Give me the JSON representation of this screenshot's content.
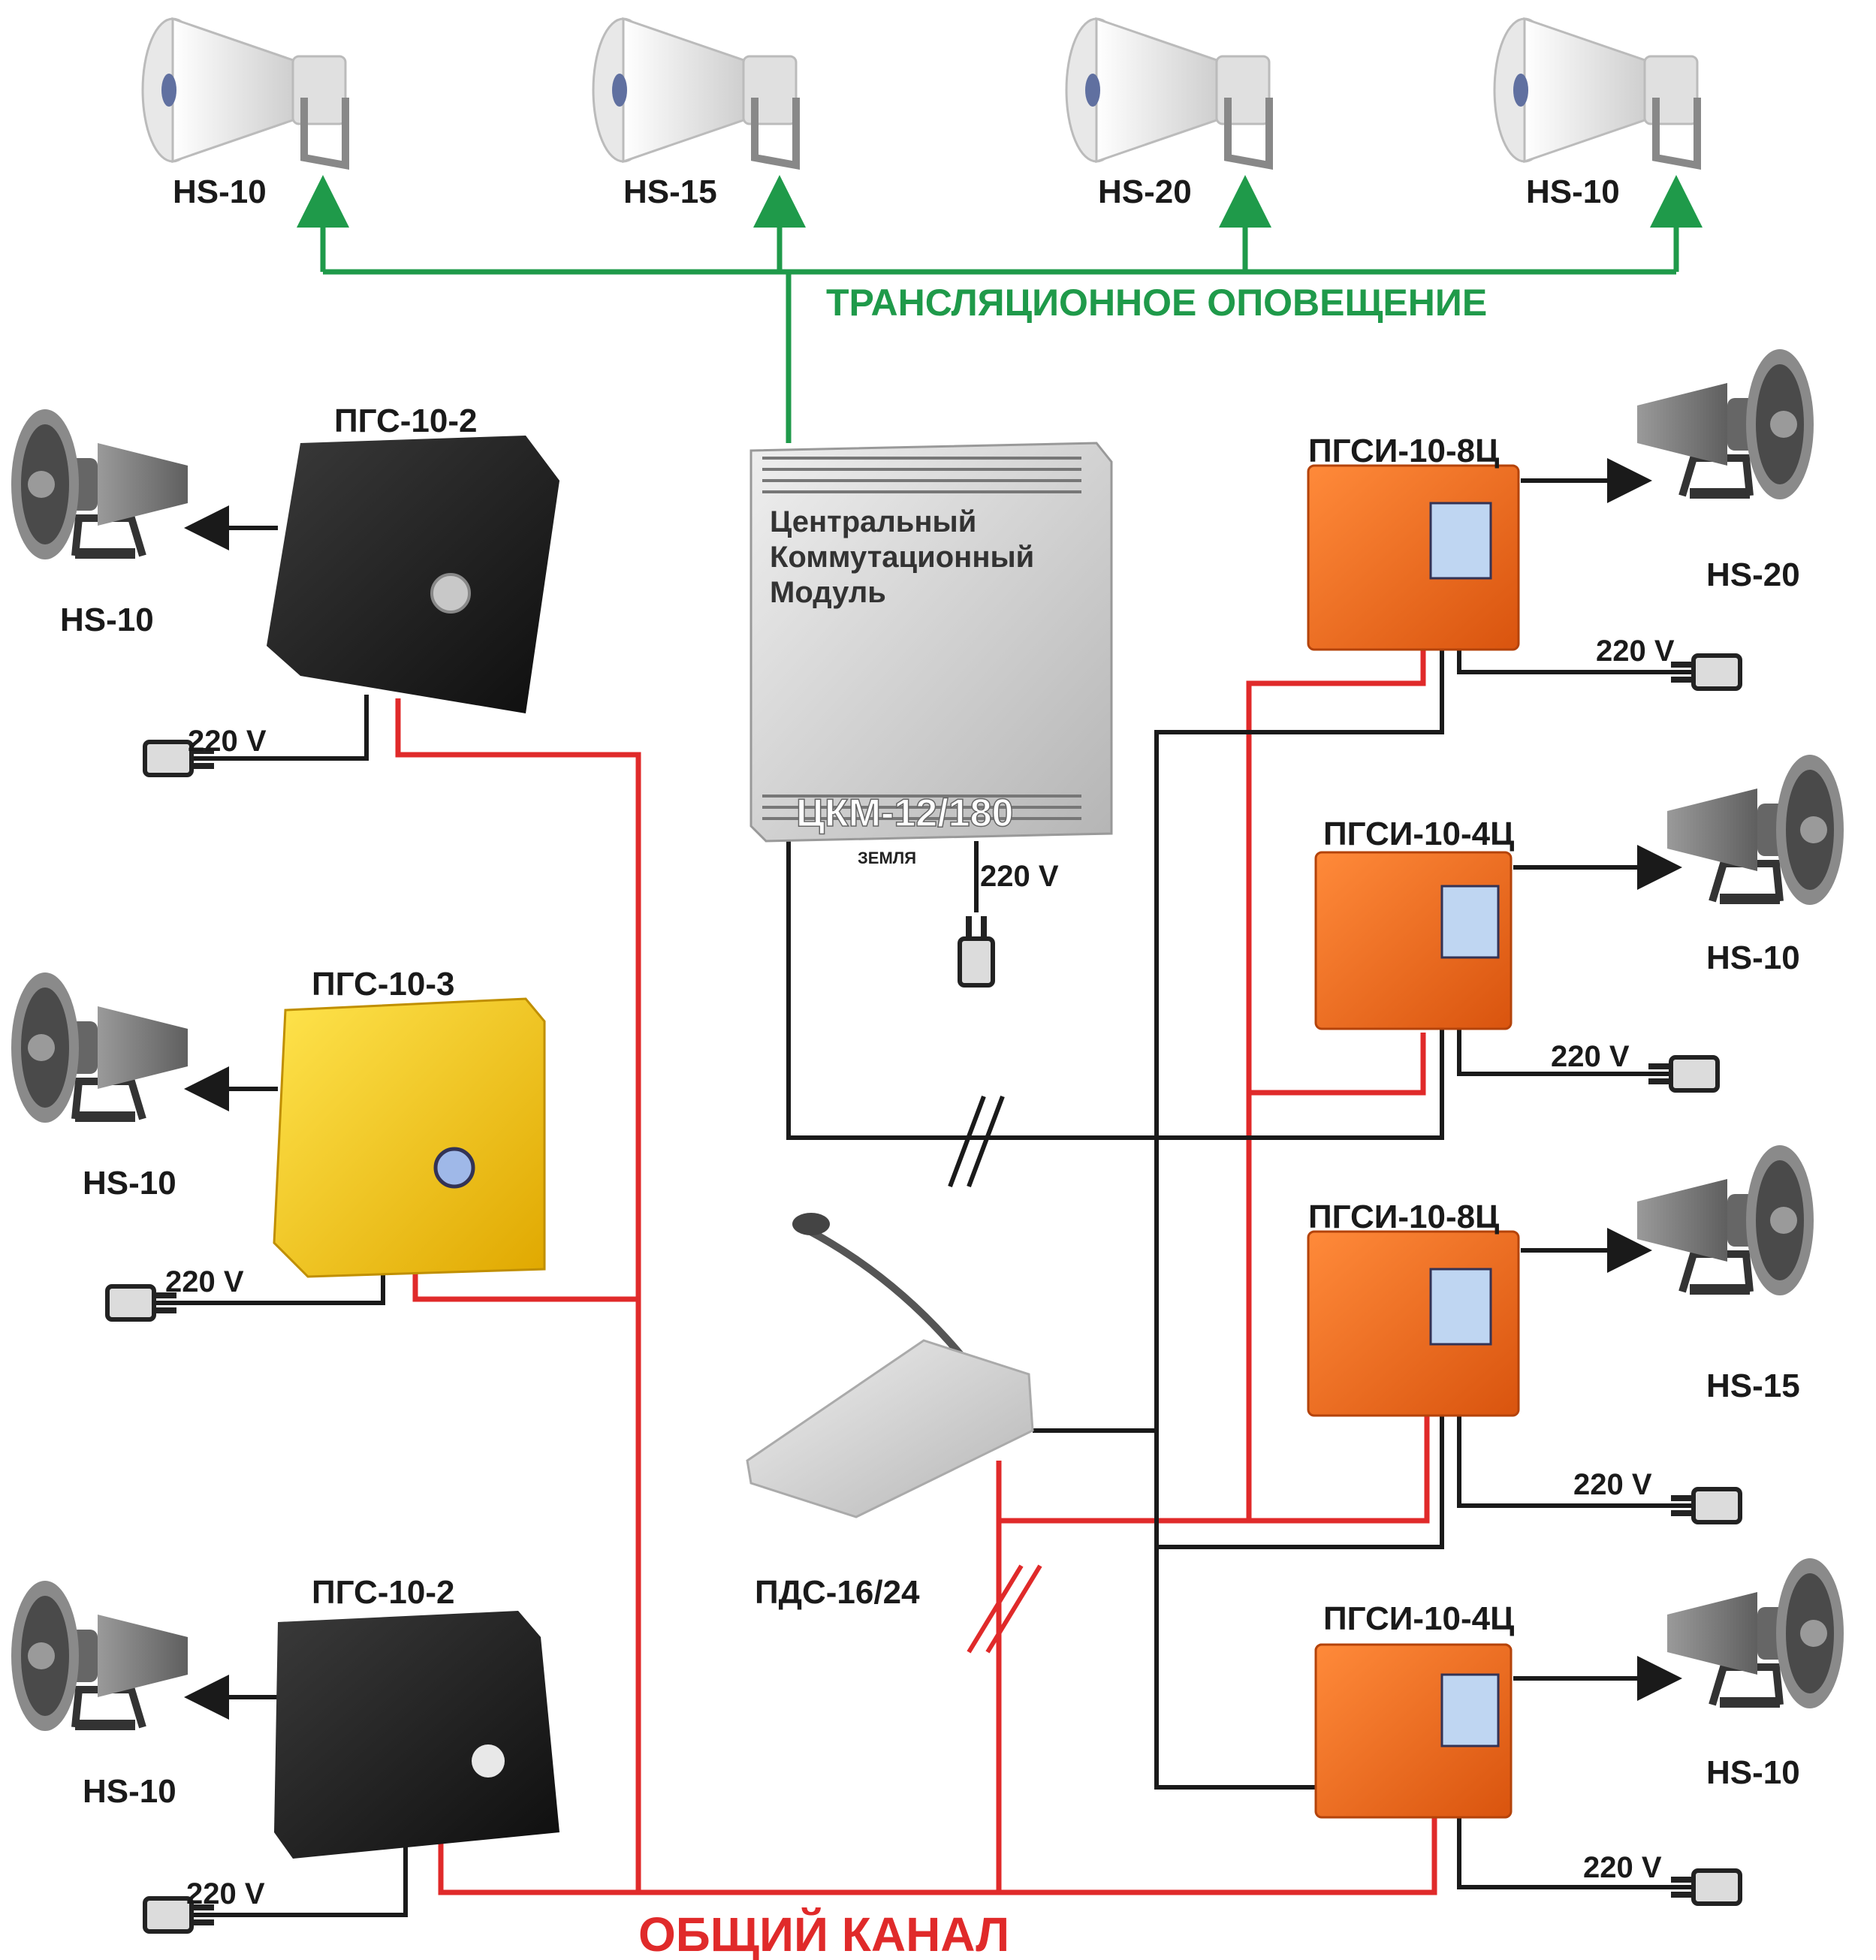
{
  "colors": {
    "broadcast_line": "#1f9a4a",
    "common_line": "#e02a2a",
    "signal_line": "#1a1a1a",
    "yellow_unit": "#f3c515",
    "orange_unit": "#f06a1c",
    "black_unit": "#202020",
    "speaker_gray": "#7d7d7d"
  },
  "labels": {
    "broadcast_line": "ТРАНСЛЯЦИОННОЕ ОПОВЕЩЕНИЕ",
    "common_channel": "ОБЩИЙ КАНАЛ"
  },
  "top_speakers": [
    {
      "label": "HS-10",
      "icon": "horn-speaker-white-icon"
    },
    {
      "label": "HS-15",
      "icon": "horn-speaker-white-icon"
    },
    {
      "label": "HS-20",
      "icon": "horn-speaker-white-icon"
    },
    {
      "label": "HS-10",
      "icon": "horn-speaker-white-icon"
    }
  ],
  "central_module": {
    "line1": "Центральный",
    "line2": "Коммутационный",
    "line3": "Модуль",
    "model": "ЦКМ-12/180",
    "earth": "ЗЕМЛЯ",
    "power": "220 V"
  },
  "left_units": [
    {
      "label": "ПГС-10-2",
      "speaker": "HS-10",
      "power": "220 V"
    },
    {
      "label": "ПГС-10-3",
      "speaker": "HS-10",
      "power": "220 V"
    },
    {
      "label": "ПГС-10-2",
      "speaker": "HS-10",
      "power": "220 V"
    }
  ],
  "right_units": [
    {
      "label": "ПГСИ-10-8Ц",
      "speaker": "HS-20",
      "power": "220 V"
    },
    {
      "label": "ПГСИ-10-4Ц",
      "speaker": "HS-10",
      "power": "220 V"
    },
    {
      "label": "ПГСИ-10-8Ц",
      "speaker": "HS-15",
      "power": "220 V"
    },
    {
      "label": "ПГСИ-10-4Ц",
      "speaker": "HS-10",
      "power": "220 V"
    }
  ],
  "console": {
    "label": "ПДС-16/24"
  }
}
